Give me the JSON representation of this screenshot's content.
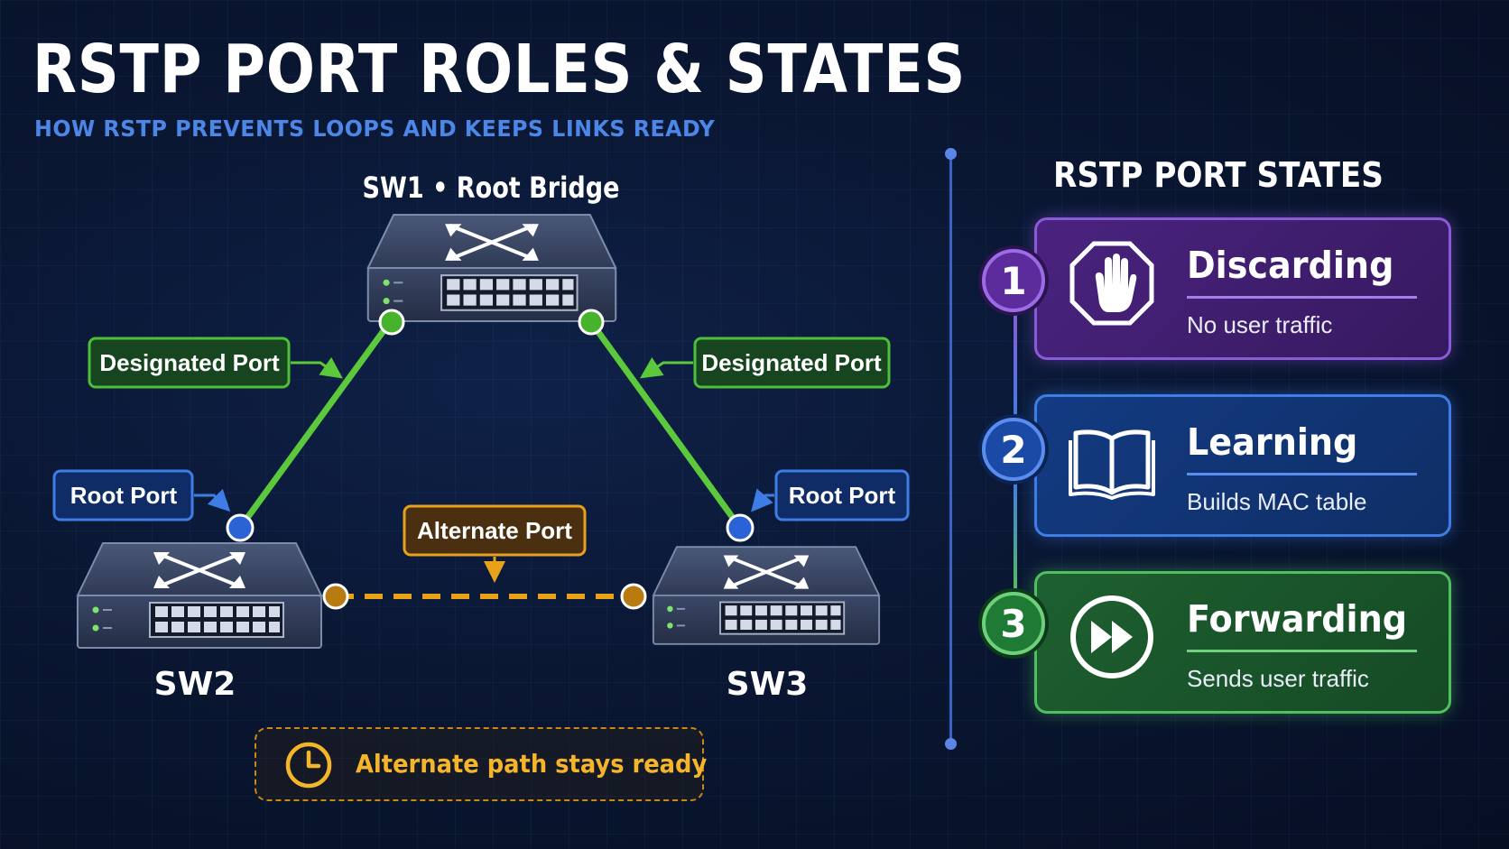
{
  "header": {
    "title": "RSTP PORT ROLES & STATES",
    "subtitle": "HOW RSTP PREVENTS LOOPS AND KEEPS LINKS READY"
  },
  "topology": {
    "switches": {
      "sw1": {
        "label": "SW1 • Root Bridge"
      },
      "sw2": {
        "label": "SW2"
      },
      "sw3": {
        "label": "SW3"
      }
    },
    "port_labels": {
      "designated_left": "Designated Port",
      "designated_right": "Designated Port",
      "root_left": "Root Port",
      "root_right": "Root Port",
      "alternate": "Alternate Port"
    },
    "note": "Alternate path stays ready"
  },
  "states": {
    "title": "RSTP PORT STATES",
    "items": [
      {
        "number": "1",
        "name": "Discarding",
        "description": "No user traffic",
        "icon": "stop-hand-icon",
        "color": "#8a5ad8"
      },
      {
        "number": "2",
        "name": "Learning",
        "description": "Builds MAC table",
        "icon": "open-book-icon",
        "color": "#3f7de6"
      },
      {
        "number": "3",
        "name": "Forwarding",
        "description": "Sends user traffic",
        "icon": "fast-forward-icon",
        "color": "#4fbf5f"
      }
    ]
  },
  "colors": {
    "designated": "#5cc83b",
    "root": "#3f7de6",
    "alternate": "#e8a21a"
  }
}
